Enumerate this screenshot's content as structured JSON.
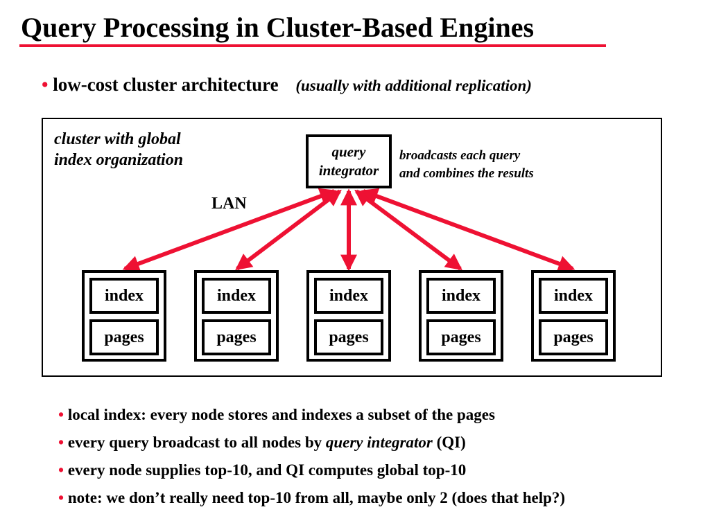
{
  "title": "Query Processing in Cluster-Based Engines",
  "colors": {
    "accent": "#ee1133"
  },
  "bullet_char": "•",
  "subheading": {
    "text": "low-cost cluster architecture",
    "note": "(usually with additional replication)"
  },
  "diagram": {
    "cluster_label_line1": "cluster with global",
    "cluster_label_line2": "index organization",
    "qi_line1": "query",
    "qi_line2": "integrator",
    "qi_note_line1": "broadcasts each query",
    "qi_note_line2": "and combines the results",
    "lan_label": "LAN",
    "nodes": [
      {
        "top": "index",
        "bottom": "pages"
      },
      {
        "top": "index",
        "bottom": "pages"
      },
      {
        "top": "index",
        "bottom": "pages"
      },
      {
        "top": "index",
        "bottom": "pages"
      },
      {
        "top": "index",
        "bottom": "pages"
      }
    ]
  },
  "points": {
    "p1": "local index: every node stores and indexes a subset of the pages",
    "p2_before": "every query broadcast to all nodes by ",
    "p2_em": "query integrator",
    "p2_after": " (QI)",
    "p3": "every node supplies top-10, and QI computes global top-10",
    "p4": "note: we don’t really need top-10 from all, maybe only 2 (does that help?)"
  }
}
